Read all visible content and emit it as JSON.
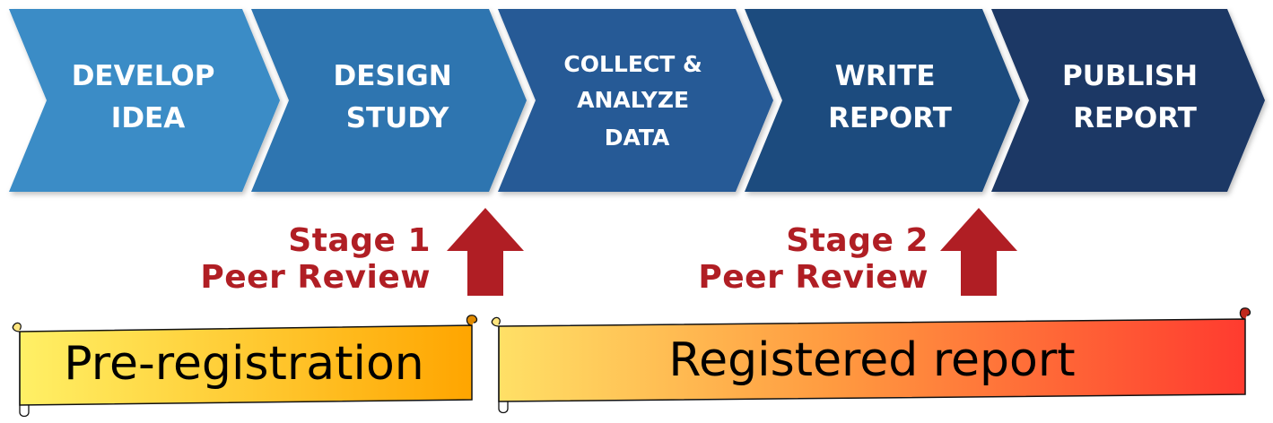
{
  "steps": [
    {
      "line1": "DEVELOP",
      "line2": "IDEA",
      "line3": "",
      "color": "#3a8cc6"
    },
    {
      "line1": "DESIGN",
      "line2": "STUDY",
      "line3": "",
      "color": "#2f75b0"
    },
    {
      "line1": "COLLECT &",
      "line2": "ANALYZE",
      "line3": "DATA",
      "color": "#285a96"
    },
    {
      "line1": "WRITE",
      "line2": "REPORT",
      "line3": "",
      "color": "#1e4b7e"
    },
    {
      "line1": "PUBLISH",
      "line2": "REPORT",
      "line3": "",
      "color": "#1c3865"
    }
  ],
  "stages": [
    {
      "line1": "Stage 1",
      "line2": "Peer Review"
    },
    {
      "line1": "Stage 2",
      "line2": "Peer Review"
    }
  ],
  "colors": {
    "stage_text": "#b01e24",
    "stage_arrow": "#b01e24",
    "scroll_preregistration": [
      "#fff066",
      "#ffa500"
    ],
    "scroll_registered_report": [
      "#ffe066",
      "#ff9a40",
      "#ff3b2f"
    ]
  },
  "banners": {
    "preregistration": "Pre-registration",
    "registered_report": "Registered report"
  }
}
